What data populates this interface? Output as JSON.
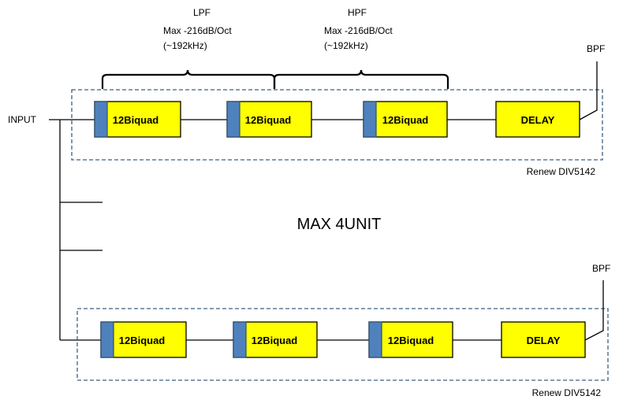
{
  "input_label": "INPUT",
  "center_label": "MAX 4UNIT",
  "lpf": {
    "title": "LPF",
    "line1": "Max -216dB/Oct",
    "line2": "(~192kHz)"
  },
  "hpf": {
    "title": "HPF",
    "line1": "Max -216dB/Oct",
    "line2": "(~192kHz)"
  },
  "chains": [
    {
      "output_label": "BPF",
      "group_label": "Renew DIV5142",
      "blocks": [
        "12Biquad",
        "12Biquad",
        "12Biquad",
        "DELAY"
      ]
    },
    {
      "output_label": "BPF",
      "group_label": "Renew DIV5142",
      "blocks": [
        "12Biquad",
        "12Biquad",
        "12Biquad",
        "DELAY"
      ]
    }
  ],
  "colors": {
    "block_fill": "#ffff00",
    "block_tab": "#4f81bd",
    "group_border": "#3f5f80",
    "line": "#000000"
  }
}
